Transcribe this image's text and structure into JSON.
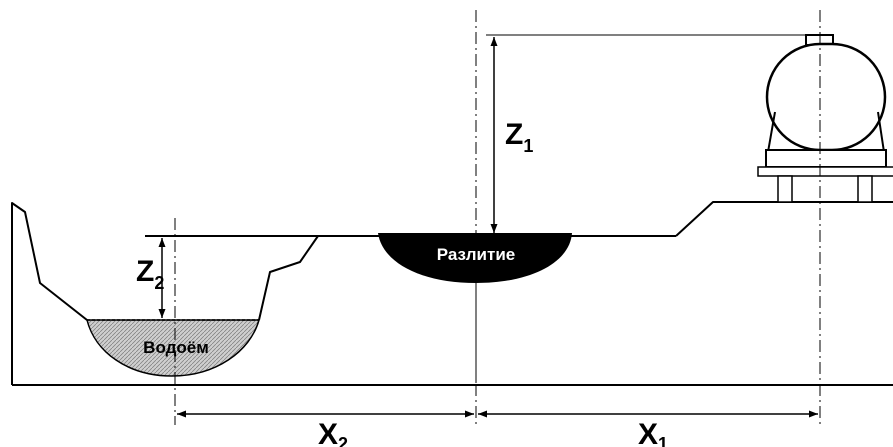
{
  "labels": {
    "z1": {
      "main": "Z",
      "sub": "1"
    },
    "z2": {
      "main": "Z",
      "sub": "2"
    },
    "x1": {
      "main": "X",
      "sub": "1"
    },
    "x2": {
      "main": "X",
      "sub": "2"
    },
    "spill": "Разлитие",
    "pond": "Водоём"
  },
  "colors": {
    "line": "#000000",
    "spill_fill": "#000000",
    "spill_text": "#ffffff",
    "water_fill": "#c8c8c8"
  }
}
